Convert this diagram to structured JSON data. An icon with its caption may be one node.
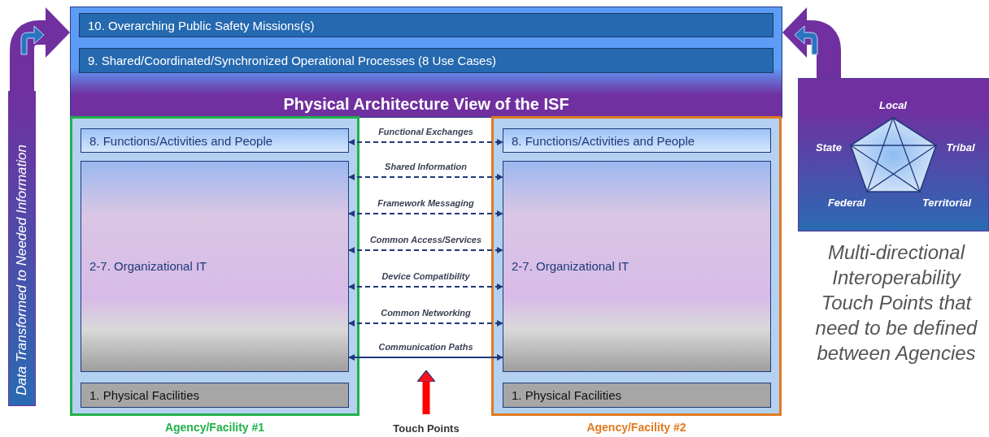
{
  "diagram": {
    "nodes": [
      {
        "text": [
          "Physical Architecture View of the ISF"
        ]
      },
      {
        "text": [
          "10. Overarching Public Safety Missions(s)"
        ],
        "in": 0
      },
      {
        "text": [
          "9. Shared/Coordinated/Synchronized Operational Processes (8 Use Cases)"
        ],
        "in": 0
      },
      {
        "text": [
          "Agency/Facility #1"
        ]
      },
      {
        "text": [
          "8. Functions/Activities and People"
        ],
        "in": 3
      },
      {
        "text": [
          "2-7. Organizational IT"
        ],
        "in": 3
      },
      {
        "text": [
          "1. Physical Facilities"
        ],
        "in": 3
      },
      {
        "text": [
          "Agency/Facility #2"
        ]
      },
      {
        "text": [
          "8. Functions/Activities and People"
        ],
        "in": 7
      },
      {
        "text": [
          "2-7. Organizational IT"
        ],
        "in": 7
      },
      {
        "text": [
          "1. Physical Facilities"
        ],
        "in": 7
      },
      {
        "text": [
          "Data Transformed to Needed Information"
        ]
      },
      {
        "text": [
          "Local",
          "State",
          "Tribal",
          "Federal",
          "Territorial"
        ],
        "beside": [
          "Multi-directional Interoperability Touch Points that need to be defined between Agencies"
        ]
      },
      {
        "text": [
          "Touch Points"
        ]
      }
    ],
    "edges": [
      {
        "from": 4,
        "to": 8,
        "arrow": "both",
        "label": "Functional Exchanges",
        "style": "dashed"
      },
      {
        "from": 5,
        "to": 9,
        "arrow": "both",
        "label": "Shared Information",
        "style": "dashed"
      },
      {
        "from": 5,
        "to": 9,
        "arrow": "both",
        "label": "Framework Messaging",
        "style": "dashed"
      },
      {
        "from": 5,
        "to": 9,
        "arrow": "both",
        "label": "Common Access/Services",
        "style": "dashed"
      },
      {
        "from": 5,
        "to": 9,
        "arrow": "both",
        "label": "Device Compatibility",
        "style": "dashed"
      },
      {
        "from": 5,
        "to": 9,
        "arrow": "both",
        "label": "Common Networking",
        "style": "dashed"
      },
      {
        "from": 5,
        "to": 9,
        "arrow": "both",
        "label": "Communication Paths"
      },
      {
        "from": 11,
        "to": 0,
        "arrow": "to",
        "style": "thick",
        "color": "#7030a0"
      },
      {
        "from": 12,
        "to": 0,
        "arrow": "to",
        "style": "thick",
        "color": "#7030a0"
      },
      {
        "from": 13,
        "to": null,
        "arrow": "to",
        "style": "thick",
        "color": "#ff0000"
      }
    ]
  }
}
